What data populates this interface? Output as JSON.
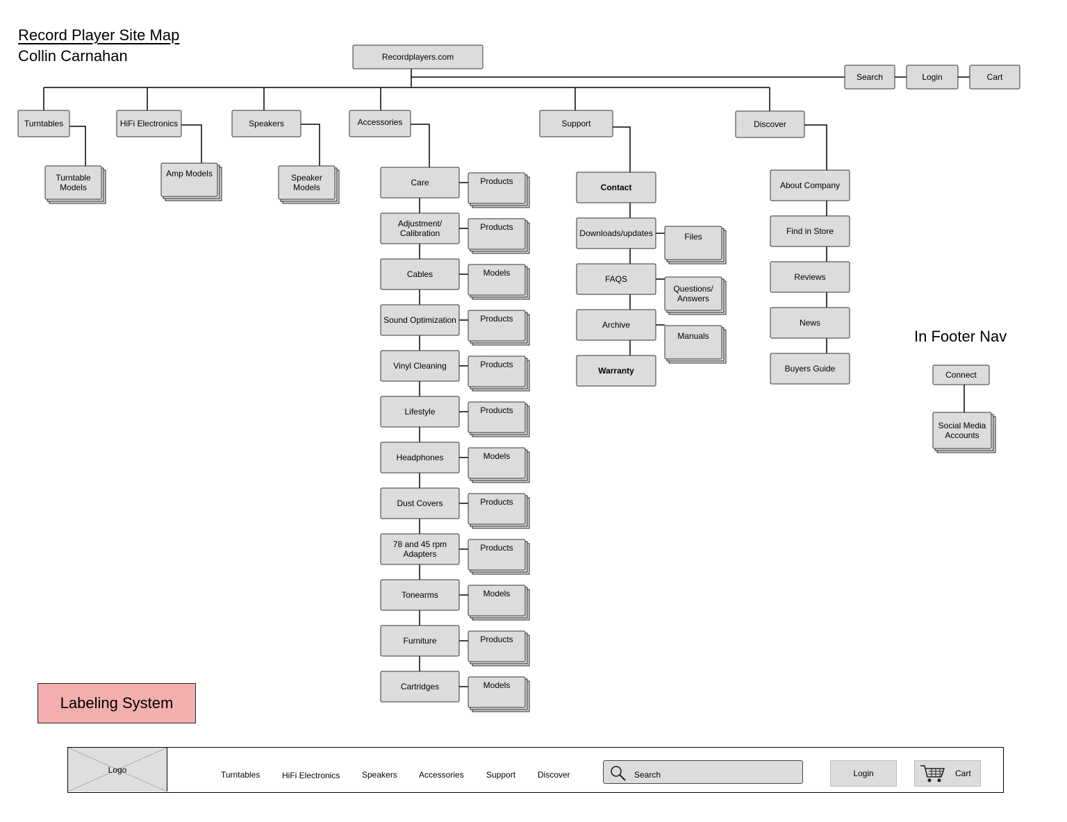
{
  "diagram": {
    "title": "Record Player Site Map",
    "author": "Collin Carnahan",
    "footer_heading": "In Footer Nav",
    "legend_label": "Labeling System",
    "root": "Recordplayers.com",
    "utility": [
      "Search",
      "Login",
      "Cart"
    ],
    "top_nav": [
      "Turntables",
      "HiFi Electronics",
      "Speakers",
      "Accessories",
      "Support",
      "Discover"
    ],
    "turntables_child": "Turntable Models",
    "hifi_child": "Amp Models",
    "speakers_child": "Speaker Models",
    "accessories_children": [
      {
        "label": "Care",
        "sub": "Products"
      },
      {
        "label": "Adjustment/ Calibration",
        "sub": "Products"
      },
      {
        "label": "Cables",
        "sub": "Models"
      },
      {
        "label": "Sound Optimization",
        "sub": "Products"
      },
      {
        "label": "Vinyl Cleaning",
        "sub": "Products"
      },
      {
        "label": "Lifestyle",
        "sub": "Products"
      },
      {
        "label": "Headphones",
        "sub": "Models"
      },
      {
        "label": "Dust Covers",
        "sub": "Products"
      },
      {
        "label": "78 and 45 rpm Adapters",
        "sub": "Products"
      },
      {
        "label": "Tonearms",
        "sub": "Models"
      },
      {
        "label": "Furniture",
        "sub": "Products"
      },
      {
        "label": "Cartridges",
        "sub": "Models"
      }
    ],
    "support_children": [
      {
        "label": "Contact",
        "sub": ""
      },
      {
        "label": "Downloads/updates",
        "sub": "Files"
      },
      {
        "label": "FAQS",
        "sub": "Questions/ Answers"
      },
      {
        "label": "Archive",
        "sub": "Manuals"
      },
      {
        "label": "Warranty",
        "sub": ""
      }
    ],
    "discover_children": [
      "About Company",
      "Find in Store",
      "Reviews",
      "News",
      "Buyers Guide"
    ],
    "footer_node": "Connect",
    "footer_child": "Social Media Accounts"
  },
  "navbar": {
    "logo": "Logo",
    "links": [
      "Turntables",
      "HiFi Electronics",
      "Speakers",
      "Accessories",
      "Support",
      "Discover"
    ],
    "search_placeholder": "Search",
    "login": "Login",
    "cart": "Cart"
  }
}
